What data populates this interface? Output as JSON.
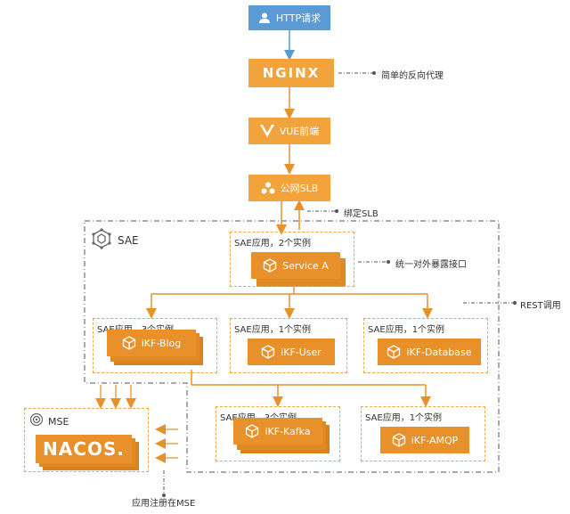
{
  "top_chain": {
    "http": "HTTP请求",
    "nginx": "NGINX",
    "vue": "VUE前端",
    "slb": "公网SLB"
  },
  "notes": {
    "nginx": "简单的反向代理",
    "slb": "绑定SLB",
    "service_a": "统一对外暴露接口",
    "rest": "REST调用",
    "mse_register": "应用注册在MSE"
  },
  "sae": {
    "label": "SAE",
    "service_a": {
      "caption": "SAE应用，2个实例",
      "name": "Service A"
    },
    "apps": [
      {
        "caption": "SAE应用，3个实例",
        "name": "iKF-Blog"
      },
      {
        "caption": "SAE应用，1个实例",
        "name": "iKF-User"
      },
      {
        "caption": "SAE应用，1个实例",
        "name": "iKF-Database"
      },
      {
        "caption": "SAE应用，3个实例",
        "name": "iKF-Kafka"
      },
      {
        "caption": "SAE应用，1个实例",
        "name": "iKF-AMQP"
      }
    ]
  },
  "mse": {
    "label": "MSE",
    "product": "NACOS."
  },
  "colors": {
    "orange": "#f3a33b",
    "dark_orange": "#e8912a",
    "blue": "#5b9bd5",
    "arrow": "#e8912a",
    "dashed_gray": "#555555"
  }
}
